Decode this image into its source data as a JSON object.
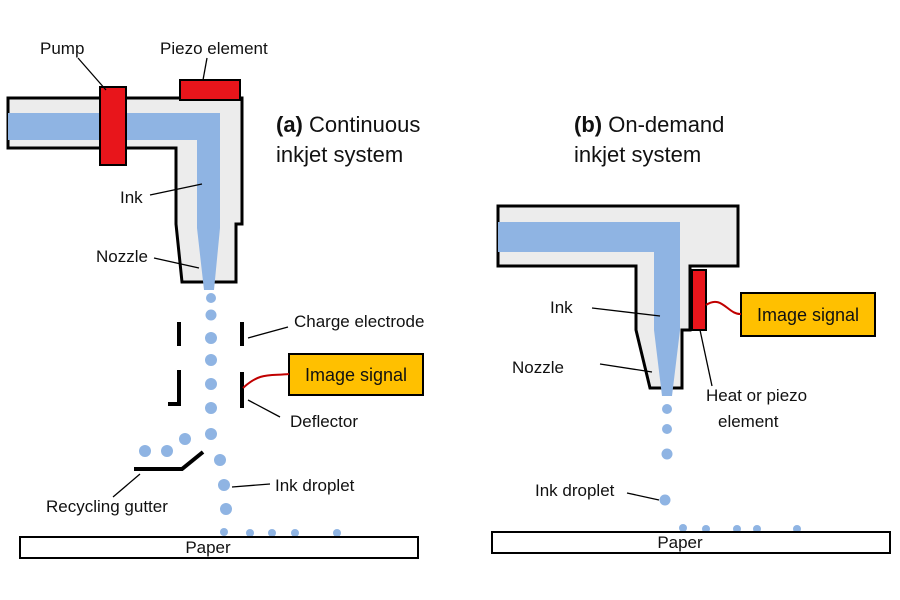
{
  "colors": {
    "ink": "#8fb4e3",
    "body": "#ececec",
    "outline": "#000000",
    "piezo": "#e8151b",
    "signal_box": "#ffc000",
    "signal_wire": "#c00000"
  },
  "panel_a": {
    "title_prefix": "(a)",
    "title_line1": "Continuous",
    "title_line2": "inkjet system",
    "labels": {
      "pump": "Pump",
      "piezo": "Piezo element",
      "ink": "Ink",
      "nozzle": "Nozzle",
      "charge_electrode": "Charge electrode",
      "deflector": "Deflector",
      "recycling_gutter": "Recycling gutter",
      "ink_droplet": "Ink droplet",
      "paper": "Paper"
    },
    "image_signal": "Image signal"
  },
  "panel_b": {
    "title_prefix": "(b)",
    "title_line1": "On-demand",
    "title_line2": "inkjet system",
    "labels": {
      "ink": "Ink",
      "nozzle": "Nozzle",
      "heat_line1": "Heat or piezo",
      "heat_line2": "element",
      "ink_droplet": "Ink droplet",
      "paper": "Paper"
    },
    "image_signal": "Image signal"
  }
}
